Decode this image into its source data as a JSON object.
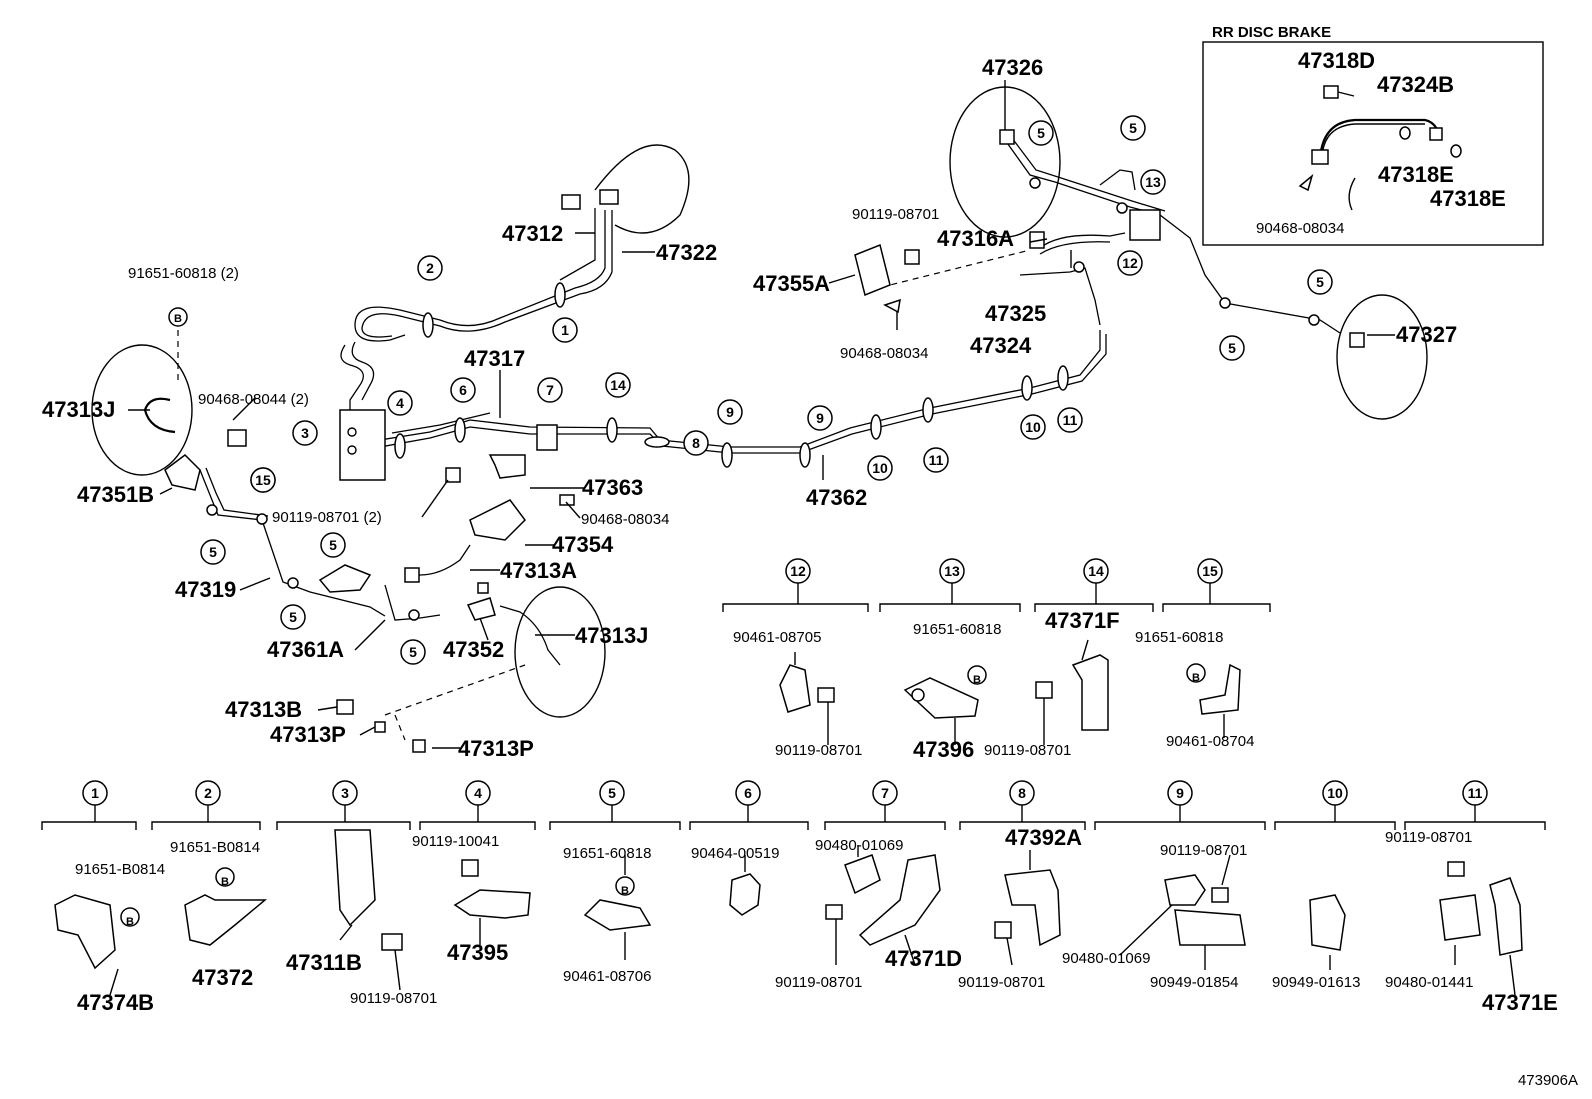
{
  "diagram": {
    "inset_title": "RR DISC BRAKE",
    "figure_code": "473906A",
    "main_labels": [
      {
        "id": "lbl-47326",
        "text": "47326"
      },
      {
        "id": "lbl-47318D",
        "text": "47318D"
      },
      {
        "id": "lbl-47324B",
        "text": "47324B"
      },
      {
        "id": "lbl-47318E-a",
        "text": "47318E"
      },
      {
        "id": "lbl-47318E-b",
        "text": "47318E"
      },
      {
        "id": "lbl-90468-08034-inset",
        "text": "90468-08034"
      },
      {
        "id": "lbl-47312",
        "text": "47312"
      },
      {
        "id": "lbl-47322",
        "text": "47322"
      },
      {
        "id": "lbl-90119-08701-top",
        "text": "90119-08701"
      },
      {
        "id": "lbl-47316A",
        "text": "47316A"
      },
      {
        "id": "lbl-47355A",
        "text": "47355A"
      },
      {
        "id": "lbl-47325",
        "text": "47325"
      },
      {
        "id": "lbl-90468-08034-mid",
        "text": "90468-08034"
      },
      {
        "id": "lbl-47324",
        "text": "47324"
      },
      {
        "id": "lbl-47327",
        "text": "47327"
      },
      {
        "id": "lbl-91651-60818-2",
        "text": "91651-60818 (2)"
      },
      {
        "id": "lbl-47313J-left",
        "text": "47313J"
      },
      {
        "id": "lbl-90468-08044-2",
        "text": "90468-08044 (2)"
      },
      {
        "id": "lbl-47317",
        "text": "47317"
      },
      {
        "id": "lbl-47351B",
        "text": "47351B"
      },
      {
        "id": "lbl-47363",
        "text": "47363"
      },
      {
        "id": "lbl-90119-08701-2",
        "text": "90119-08701 (2)"
      },
      {
        "id": "lbl-90468-08034-low",
        "text": "90468-08034"
      },
      {
        "id": "lbl-47354",
        "text": "47354"
      },
      {
        "id": "lbl-47362",
        "text": "47362"
      },
      {
        "id": "lbl-47313A",
        "text": "47313A"
      },
      {
        "id": "lbl-47319",
        "text": "47319"
      },
      {
        "id": "lbl-47361A",
        "text": "47361A"
      },
      {
        "id": "lbl-47352",
        "text": "47352"
      },
      {
        "id": "lbl-47313J-right",
        "text": "47313J"
      },
      {
        "id": "lbl-47313B",
        "text": "47313B"
      },
      {
        "id": "lbl-47313P-a",
        "text": "47313P"
      },
      {
        "id": "lbl-47313P-b",
        "text": "47313P"
      }
    ],
    "callouts": [
      "1",
      "2",
      "3",
      "4",
      "5",
      "6",
      "7",
      "8",
      "9",
      "10",
      "11",
      "12",
      "13",
      "14",
      "15"
    ],
    "groups": [
      {
        "num": "12",
        "parts": [
          "90461-08705",
          "90119-08701"
        ]
      },
      {
        "num": "13",
        "parts": [
          "91651-60818",
          "47396"
        ]
      },
      {
        "num": "14",
        "parts": [
          "47371F",
          "90119-08701"
        ]
      },
      {
        "num": "15",
        "parts": [
          "91651-60818",
          "90461-08704"
        ]
      },
      {
        "num": "1",
        "parts": [
          "91651-B0814",
          "47374B"
        ]
      },
      {
        "num": "2",
        "parts": [
          "91651-B0814",
          "47372"
        ]
      },
      {
        "num": "3",
        "parts": [
          "47311B",
          "90119-08701"
        ]
      },
      {
        "num": "4",
        "parts": [
          "90119-10041",
          "47395"
        ]
      },
      {
        "num": "5",
        "parts": [
          "91651-60818",
          "90461-08706"
        ]
      },
      {
        "num": "6",
        "parts": [
          "90464-00519"
        ]
      },
      {
        "num": "7",
        "parts": [
          "90480-01069",
          "90119-08701",
          "47371D"
        ]
      },
      {
        "num": "8",
        "parts": [
          "47392A",
          "90119-08701"
        ]
      },
      {
        "num": "9",
        "parts": [
          "90119-08701",
          "90480-01069",
          "90949-01854"
        ]
      },
      {
        "num": "10",
        "parts": [
          "90949-01613"
        ]
      },
      {
        "num": "11",
        "parts": [
          "90119-08701",
          "90480-01441",
          "47371E"
        ]
      }
    ],
    "bolt_mark": "B"
  }
}
